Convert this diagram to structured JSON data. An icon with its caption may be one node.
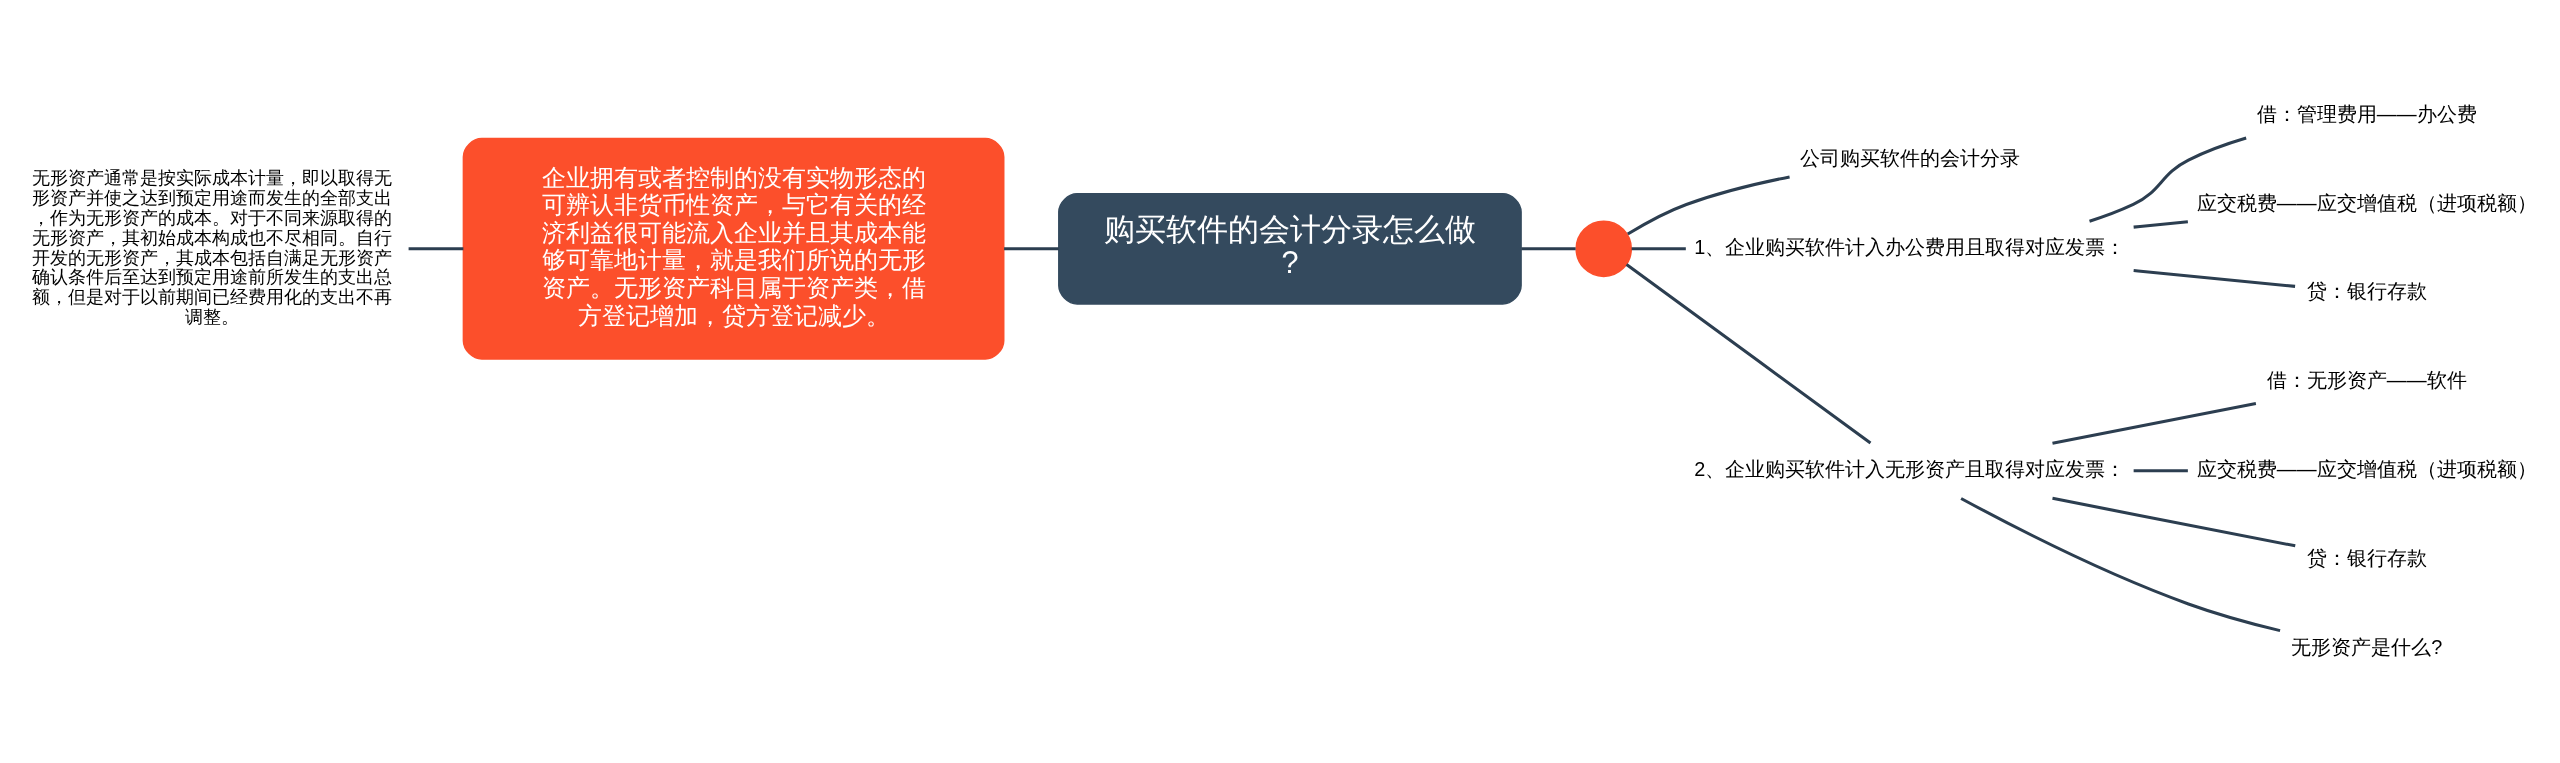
{
  "diagram": {
    "nodes": [
      {
        "text": [
          "购买软件的会计分录怎么做?"
        ]
      },
      {
        "text": [],
        "shape": "circle"
      },
      {
        "text": [
          "公司购买软件的会计分录"
        ]
      },
      {
        "text": [
          "1、企业购买软件计入办公费用且取得对应发票："
        ]
      },
      {
        "text": [
          "借：管理费用——办公费"
        ]
      },
      {
        "text": [
          "应交税费——应交增值税（进项税额）"
        ]
      },
      {
        "text": [
          "贷：银行存款"
        ]
      },
      {
        "text": [
          "2、企业购买软件计入无形资产且取得对应发票："
        ]
      },
      {
        "text": [
          "借：无形资产——软件"
        ]
      },
      {
        "text": [
          "应交税费——应交增值税（进项税额）"
        ]
      },
      {
        "text": [
          "贷：银行存款"
        ]
      },
      {
        "text": [
          "无形资产是什么?"
        ]
      },
      {
        "text": [
          "企业拥有或者控制的没有实物形态的可辨认非货币性资产，与它有关的经济利益很可能流入企业并且其成本能够可靠地计量，就是我们所说的无形资产。无形资产科目属于资产类，借方登记增加，贷方登记减少。"
        ]
      },
      {
        "text": [
          "无形资产通常是按实际成本计量，即以取得无形资产并使之达到预定用途而发生的全部支出，作为无形资产的成本。对于不同来源取得的无形资产，其初始成本构成也不尽相同。自行开发的无形资产，其成本包括自满足无形资产确认条件后至达到预定用途前所发生的支出总额，但是对于以前期间已经费用化的支出不再调整。"
        ]
      }
    ],
    "edges": [
      {
        "from": 0,
        "to": 1,
        "arrow": "none"
      },
      {
        "from": 1,
        "to": 2,
        "arrow": "none"
      },
      {
        "from": 1,
        "to": 3,
        "arrow": "none"
      },
      {
        "from": 3,
        "to": 4,
        "arrow": "none"
      },
      {
        "from": 3,
        "to": 5,
        "arrow": "none"
      },
      {
        "from": 3,
        "to": 6,
        "arrow": "none"
      },
      {
        "from": 1,
        "to": 7,
        "arrow": "none"
      },
      {
        "from": 7,
        "to": 8,
        "arrow": "none"
      },
      {
        "from": 7,
        "to": 9,
        "arrow": "none"
      },
      {
        "from": 7,
        "to": 10,
        "arrow": "none"
      },
      {
        "from": 7,
        "to": 11,
        "arrow": "none"
      },
      {
        "from": 12,
        "to": 0,
        "arrow": "none"
      },
      {
        "from": 13,
        "to": 12,
        "arrow": "none"
      }
    ]
  }
}
